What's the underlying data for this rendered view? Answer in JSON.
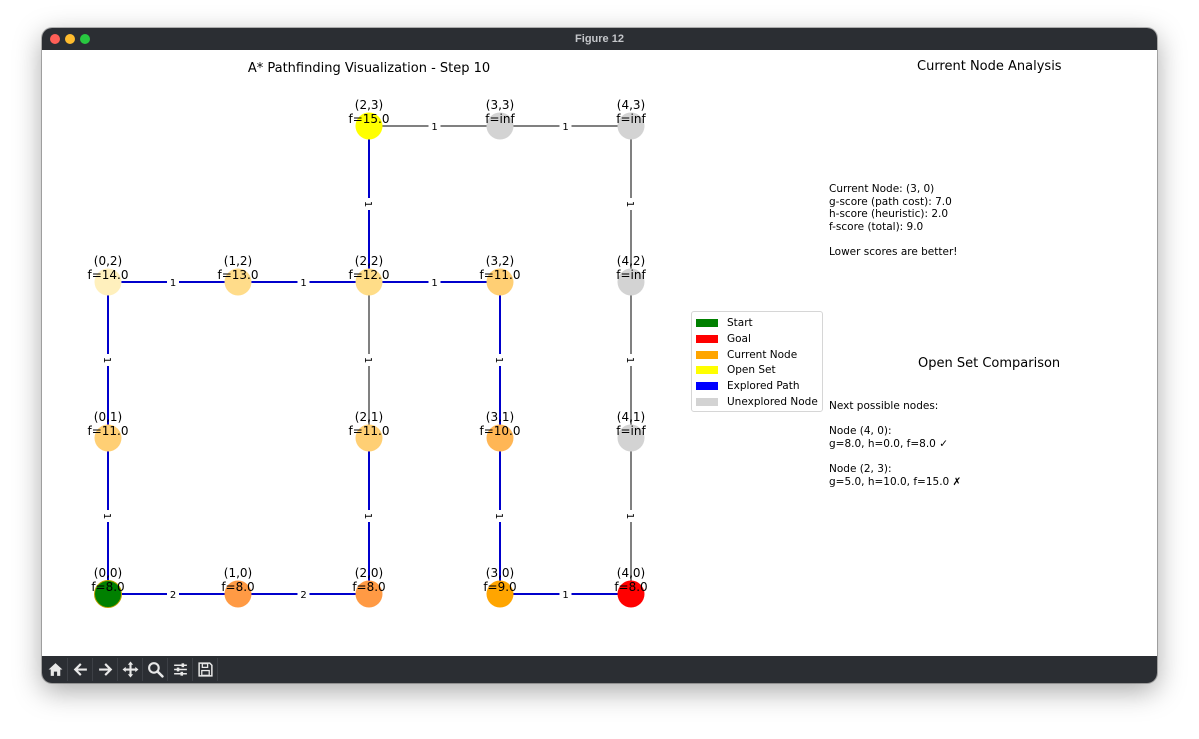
{
  "window": {
    "title": "Figure 12"
  },
  "plot": {
    "title": "A* Pathfinding Visualization - Step 10",
    "nodes": [
      {
        "id": "0,0",
        "label": "(0,0)",
        "f": "f=8.0",
        "state": "start"
      },
      {
        "id": "1,0",
        "label": "(1,0)",
        "f": "f=8.0",
        "state": "closed"
      },
      {
        "id": "2,0",
        "label": "(2,0)",
        "f": "f=8.0",
        "state": "closed"
      },
      {
        "id": "3,0",
        "label": "(3,0)",
        "f": "f=9.0",
        "state": "current"
      },
      {
        "id": "4,0",
        "label": "(4,0)",
        "f": "f=8.0",
        "state": "goal"
      },
      {
        "id": "0,1",
        "label": "(0,1)",
        "f": "f=11.0",
        "state": "light2"
      },
      {
        "id": "2,1",
        "label": "(2,1)",
        "f": "f=11.0",
        "state": "light2"
      },
      {
        "id": "3,1",
        "label": "(3,1)",
        "f": "f=10.0",
        "state": "light1"
      },
      {
        "id": "4,1",
        "label": "(4,1)",
        "f": "f=inf",
        "state": "unexplored"
      },
      {
        "id": "0,2",
        "label": "(0,2)",
        "f": "f=14.0",
        "state": "light4"
      },
      {
        "id": "1,2",
        "label": "(1,2)",
        "f": "f=13.0",
        "state": "light3"
      },
      {
        "id": "2,2",
        "label": "(2,2)",
        "f": "f=12.0",
        "state": "light3b"
      },
      {
        "id": "3,2",
        "label": "(3,2)",
        "f": "f=11.0",
        "state": "light2"
      },
      {
        "id": "4,2",
        "label": "(4,2)",
        "f": "f=inf",
        "state": "unexplored"
      },
      {
        "id": "2,3",
        "label": "(2,3)",
        "f": "f=15.0",
        "state": "open"
      },
      {
        "id": "3,3",
        "label": "(3,3)",
        "f": "f=inf",
        "state": "unexplored"
      },
      {
        "id": "4,3",
        "label": "(4,3)",
        "f": "f=inf",
        "state": "unexplored"
      }
    ],
    "edges": [
      {
        "from": "0,0",
        "to": "1,0",
        "w": "2",
        "explored": true
      },
      {
        "from": "1,0",
        "to": "2,0",
        "w": "2",
        "explored": true
      },
      {
        "from": "3,0",
        "to": "4,0",
        "w": "1",
        "explored": true
      },
      {
        "from": "0,0",
        "to": "0,1",
        "w": "1",
        "explored": true
      },
      {
        "from": "2,0",
        "to": "2,1",
        "w": "1",
        "explored": true
      },
      {
        "from": "3,0",
        "to": "3,1",
        "w": "1",
        "explored": true
      },
      {
        "from": "4,0",
        "to": "4,1",
        "w": "1",
        "explored": false
      },
      {
        "from": "0,1",
        "to": "0,2",
        "w": "1",
        "explored": true
      },
      {
        "from": "2,1",
        "to": "2,2",
        "w": "1",
        "explored": false
      },
      {
        "from": "3,1",
        "to": "3,2",
        "w": "1",
        "explored": true
      },
      {
        "from": "4,1",
        "to": "4,2",
        "w": "1",
        "explored": false
      },
      {
        "from": "0,2",
        "to": "1,2",
        "w": "1",
        "explored": true
      },
      {
        "from": "1,2",
        "to": "2,2",
        "w": "1",
        "explored": true
      },
      {
        "from": "2,2",
        "to": "3,2",
        "w": "1",
        "explored": true
      },
      {
        "from": "2,2",
        "to": "2,3",
        "w": "1",
        "explored": true
      },
      {
        "from": "4,2",
        "to": "4,3",
        "w": "1",
        "explored": false
      },
      {
        "from": "2,3",
        "to": "3,3",
        "w": "1",
        "explored": false
      },
      {
        "from": "3,3",
        "to": "4,3",
        "w": "1",
        "explored": false
      }
    ]
  },
  "colors": {
    "start": "#008000",
    "goal": "#ff0000",
    "current": "#ffa500",
    "closed": "#ff9a44",
    "open": "#ffff00",
    "unexplored": "#d3d3d3",
    "light1": "#ffb655",
    "light2": "#ffcf74",
    "light3": "#ffdc8a",
    "light3b": "#ffdd88",
    "light4": "#fff0bd",
    "explored_edge": "#0000cc",
    "unexplored_edge": "#808080"
  },
  "legend": [
    {
      "label": "Start",
      "color": "#008000"
    },
    {
      "label": "Goal",
      "color": "#ff0000"
    },
    {
      "label": "Current Node",
      "color": "#ffa500"
    },
    {
      "label": "Open Set",
      "color": "#ffff00"
    },
    {
      "label": "Explored Path",
      "color": "#0000ff"
    },
    {
      "label": "Unexplored Node",
      "color": "#d3d3d3"
    }
  ],
  "current_node": {
    "title": "Current Node Analysis",
    "lines": [
      "Current Node: (3, 0)",
      "g-score (path cost): 7.0",
      "h-score (heuristic): 2.0",
      "f-score (total): 9.0",
      "",
      "Lower scores are better!"
    ]
  },
  "open_set": {
    "title": "Open Set Comparison",
    "lines": [
      "Next possible nodes:",
      "",
      "Node (4, 0):",
      "g=8.0, h=0.0, f=8.0 ✓",
      "",
      "Node (2, 3):",
      "g=5.0, h=10.0, f=15.0 ✗"
    ]
  },
  "toolbar": [
    {
      "name": "home-icon"
    },
    {
      "name": "back-arrow-icon"
    },
    {
      "name": "forward-arrow-icon"
    },
    {
      "name": "pan-move-icon"
    },
    {
      "name": "zoom-magnifier-icon"
    },
    {
      "name": "configure-sliders-icon"
    },
    {
      "name": "save-floppy-icon"
    }
  ]
}
